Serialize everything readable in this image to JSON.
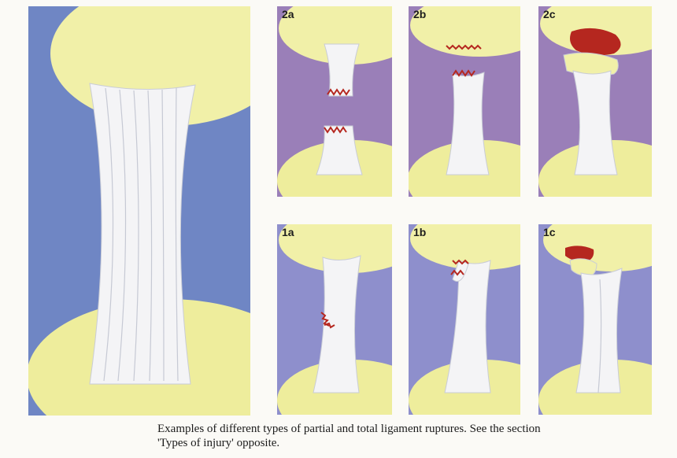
{
  "panels": {
    "p2a": {
      "label": "2a"
    },
    "p2b": {
      "label": "2b"
    },
    "p2c": {
      "label": "2c"
    },
    "p1a": {
      "label": "1a"
    },
    "p1b": {
      "label": "1b"
    },
    "p1c": {
      "label": "1c"
    }
  },
  "caption": {
    "line1": "Examples of different types of partial and total ligament ruptures. See the section",
    "line2": "'Types of injury' opposite."
  },
  "colors": {
    "main_background": "#6f86c4",
    "top_row_background": "#9a7fb8",
    "bottom_row_background": "#8e8fcc",
    "bone": "#f1f0a8",
    "ligament": "#f4f4f6",
    "blood": "#b5271f"
  }
}
